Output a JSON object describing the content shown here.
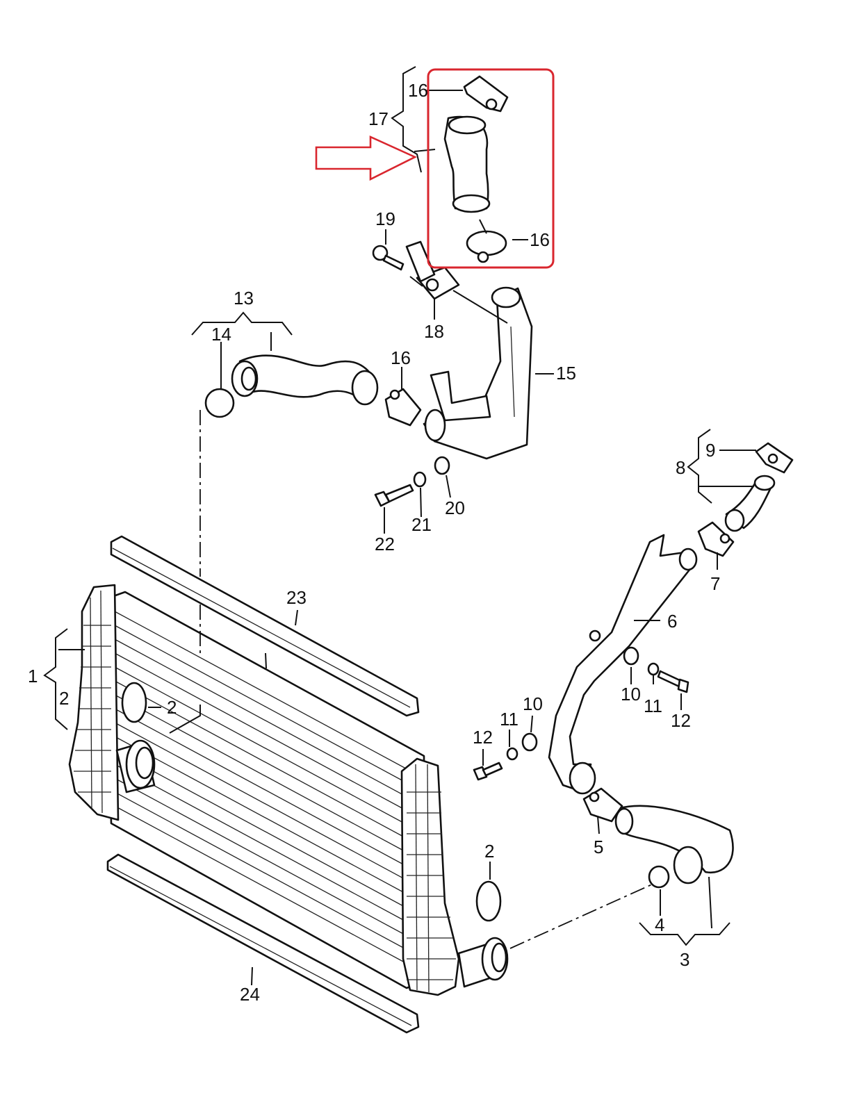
{
  "colors": {
    "ink": "#111111",
    "highlight": "#d9262e",
    "background": "#ffffff"
  },
  "highlight": {
    "part": "17",
    "box": "red-rounded-rectangle",
    "pointer": "red-outline-arrow-right"
  },
  "callouts": {
    "c1": "1",
    "c2a": "2",
    "c2b": "2",
    "c2c": "2",
    "c3": "3",
    "c4": "4",
    "c5": "5",
    "c6": "6",
    "c7": "7",
    "c8": "8",
    "c9": "9",
    "c10a": "10",
    "c10b": "10",
    "c11a": "11",
    "c11b": "11",
    "c12a": "12",
    "c12b": "12",
    "c13": "13",
    "c14": "14",
    "c15": "15",
    "c16a": "16",
    "c16b": "16",
    "c16c": "16",
    "c17": "17",
    "c18": "18",
    "c19": "19",
    "c20": "20",
    "c21": "21",
    "c22": "22",
    "c23": "23",
    "c24": "24"
  }
}
